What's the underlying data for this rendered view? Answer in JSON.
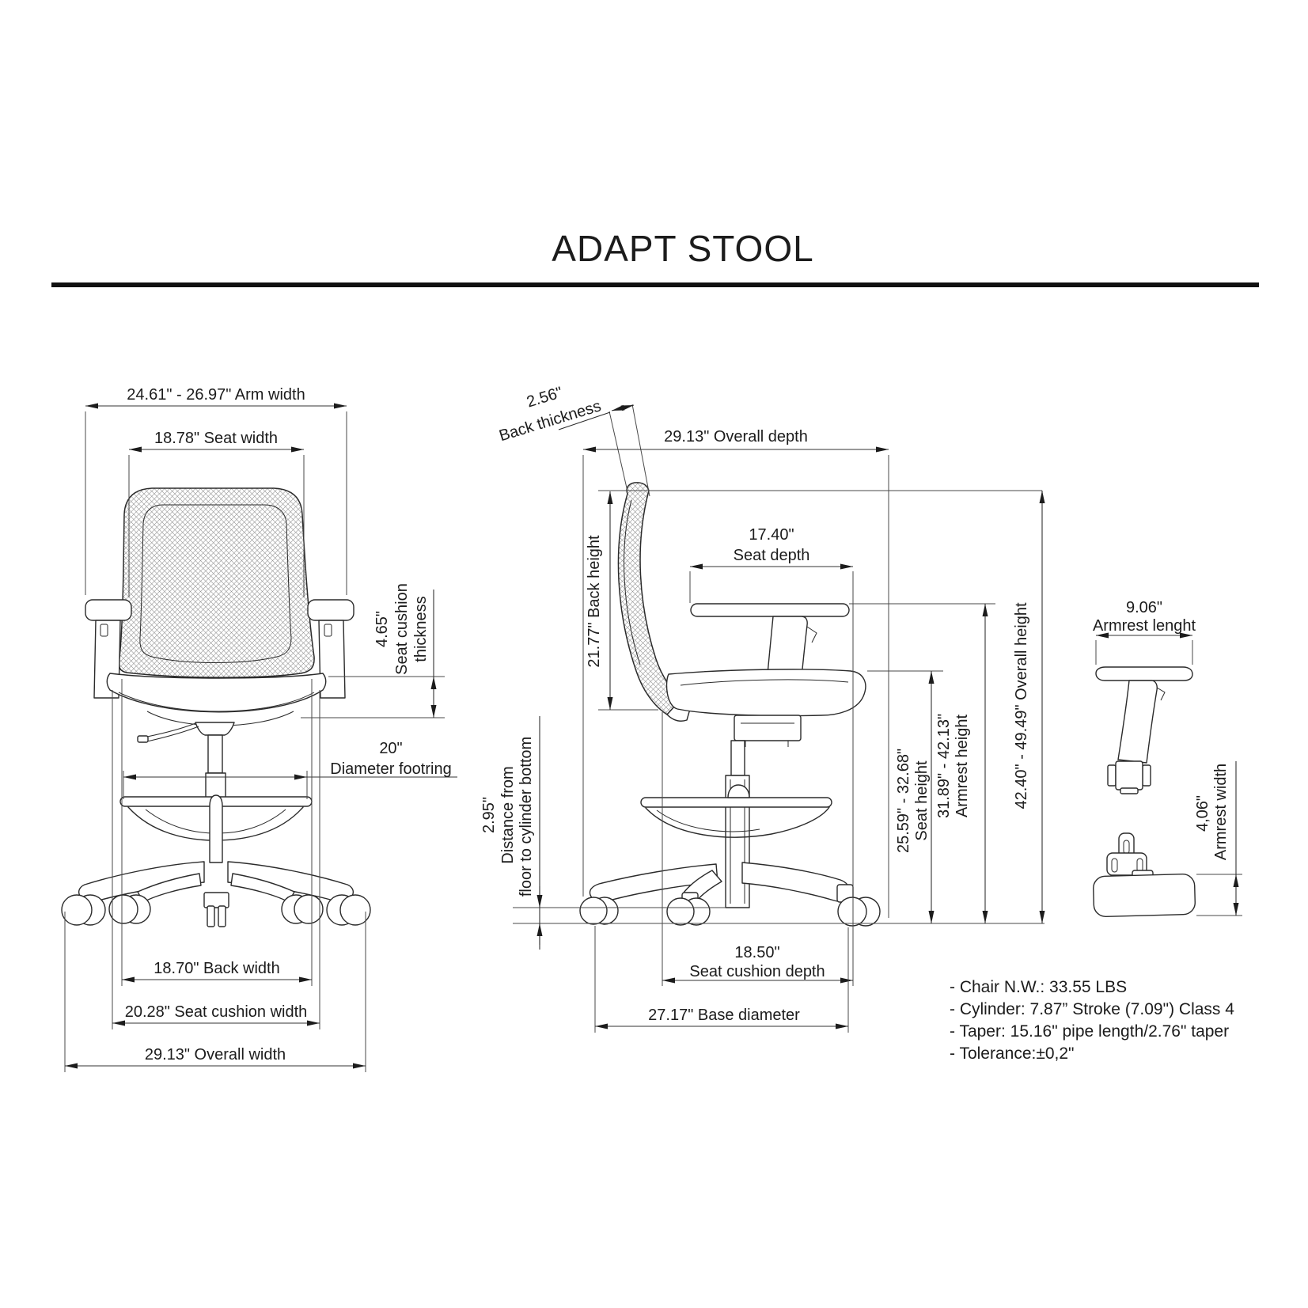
{
  "title": "ADAPT STOOL",
  "front_view": {
    "arm_width": "24.61\" - 26.97\" Arm width",
    "seat_width": "18.78\" Seat width",
    "seat_cushion_thickness": {
      "l1": "4.65\"",
      "l2": "Seat cushion",
      "l3": "thickness"
    },
    "footring": {
      "l1": "20\"",
      "l2": "Diameter footring"
    },
    "back_width": "18.70\" Back width",
    "seat_cushion_width": "20.28\" Seat cushion width",
    "overall_width": "29.13\" Overall width"
  },
  "side_view": {
    "back_thickness": {
      "l1": "2.56\"",
      "l2": "Back thickness"
    },
    "overall_depth": "29.13\" Overall depth",
    "back_height": "21.77\" Back height",
    "seat_depth": {
      "l1": "17.40\"",
      "l2": "Seat depth"
    },
    "floor_to_cylinder": {
      "l1": "2.95\"",
      "l2": "Distance from",
      "l3": "floor to cylinder bottom"
    },
    "seat_height": {
      "l1": "25.59\" - 32.68\"",
      "l2": "Seat height"
    },
    "armrest_height": {
      "l1": "31.89\" - 42.13\"",
      "l2": "Armrest height"
    },
    "overall_height": "42.40\" - 49.49\" Overall height",
    "seat_cushion_depth": {
      "l1": "18.50\"",
      "l2": "Seat cushion depth"
    },
    "base_diameter": "27.17\" Base diameter"
  },
  "armrest_view": {
    "armrest_length": {
      "l1": "9.06\"",
      "l2": "Armrest lenght"
    },
    "armrest_width": {
      "l1": "4,06\"",
      "l2": "Armrest width"
    }
  },
  "specs": {
    "line1": "- Chair N.W.: 33.55 LBS",
    "line2": "- Cylinder: 7.87” Stroke (7.09\") Class 4",
    "line3": "- Taper: 15.16\" pipe length/2.76\" taper",
    "line4": "- Tolerance:±0,2\""
  }
}
